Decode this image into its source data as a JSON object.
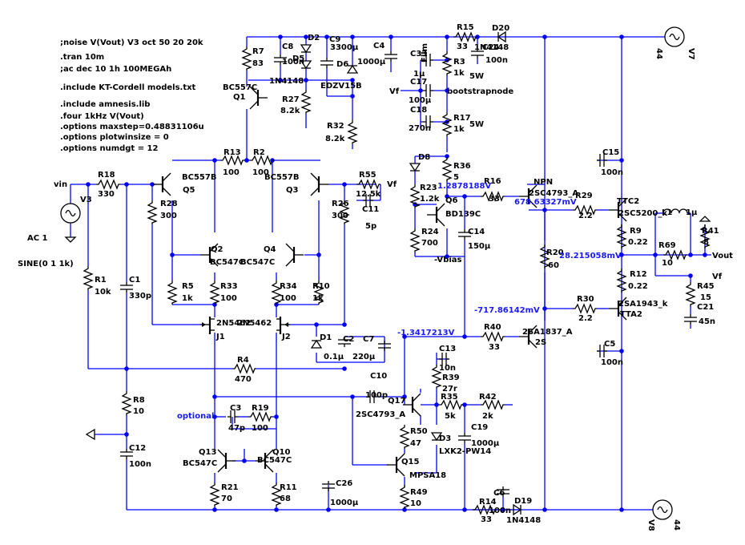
{
  "directives": [
    ";noise V(Vout) V3 oct 50 20 20k",
    ".tran 10m",
    ";ac dec 10 1h 100MEGAh",
    ".include KT-Cordell models.txt",
    ".include amnesis.lib",
    ".four 1kHz V(Vout)",
    ".options maxstep=0.48831106u",
    ".options plotwinsize = 0",
    ".options numdgt = 12"
  ],
  "source": {
    "name": "V3",
    "net": "vin",
    "value1": "AC 1",
    "value2": "SINE(0 1 1k)"
  },
  "components": [
    {
      "id": "R7",
      "name": "R7",
      "value": "83"
    },
    {
      "id": "C8",
      "name": "C8",
      "value": "100n"
    },
    {
      "id": "D2",
      "name": "D2",
      "value": "1N4148"
    },
    {
      "id": "D5",
      "name": "D5",
      "value": ""
    },
    {
      "id": "C9",
      "name": "C9",
      "value": "3300µ"
    },
    {
      "id": "D6",
      "name": "D6",
      "value": "EDZV15B"
    },
    {
      "id": "C4",
      "name": "C4",
      "value": "1000µ"
    },
    {
      "id": "Q1",
      "name": "Q1",
      "value": "BC557C"
    },
    {
      "id": "R27",
      "name": "R27",
      "value": "8.2k"
    },
    {
      "id": "R32",
      "name": "R32",
      "value": "8.2k"
    },
    {
      "id": "R13",
      "name": "R13",
      "value": "100"
    },
    {
      "id": "R2",
      "name": "R2",
      "value": "100"
    },
    {
      "id": "Q5",
      "name": "Q5",
      "value": "BC557B"
    },
    {
      "id": "Q3",
      "name": "Q3",
      "value": "BC557B"
    },
    {
      "id": "R18",
      "name": "R18",
      "value": "330"
    },
    {
      "id": "R28",
      "name": "R28",
      "value": "300"
    },
    {
      "id": "R26",
      "name": "R26",
      "value": "300"
    },
    {
      "id": "R55",
      "name": "R55",
      "value": "12.5k"
    },
    {
      "id": "C11",
      "name": "C11",
      "value": "5p"
    },
    {
      "id": "Q2",
      "name": "Q2",
      "value": "BC547C"
    },
    {
      "id": "Q4",
      "name": "Q4",
      "value": "BC547C"
    },
    {
      "id": "R5",
      "name": "R5",
      "value": "1k"
    },
    {
      "id": "R33",
      "name": "R33",
      "value": "100"
    },
    {
      "id": "R34",
      "name": "R34",
      "value": "100"
    },
    {
      "id": "R10",
      "name": "R10",
      "value": "1k"
    },
    {
      "id": "R1",
      "name": "R1",
      "value": "10k"
    },
    {
      "id": "C1",
      "name": "C1",
      "value": "330p"
    },
    {
      "id": "J1",
      "name": "J1",
      "value": "2N5462"
    },
    {
      "id": "J2",
      "name": "J2",
      "value": "2N5462"
    },
    {
      "id": "D1",
      "name": "D1",
      "value": ""
    },
    {
      "id": "C2",
      "name": "C2",
      "value": "0.1µ"
    },
    {
      "id": "C7",
      "name": "C7",
      "value": "220µ"
    },
    {
      "id": "R4",
      "name": "R4",
      "value": "470"
    },
    {
      "id": "R8",
      "name": "R8",
      "value": "10"
    },
    {
      "id": "C3",
      "name": "C3",
      "value": "47p"
    },
    {
      "id": "R19",
      "name": "R19",
      "value": "100"
    },
    {
      "id": "C12",
      "name": "C12",
      "value": "100n"
    },
    {
      "id": "Q13",
      "name": "Q13",
      "value": "BC547C"
    },
    {
      "id": "Q10",
      "name": "Q10",
      "value": "BC547C"
    },
    {
      "id": "R21",
      "name": "R21",
      "value": "70"
    },
    {
      "id": "R11",
      "name": "R11",
      "value": "68"
    },
    {
      "id": "C26",
      "name": "C26",
      "value": "1000µ"
    },
    {
      "id": "R15",
      "name": "R15",
      "value": "33"
    },
    {
      "id": "D20",
      "name": "D20",
      "value": "1N4148"
    },
    {
      "id": "C24",
      "name": "C24",
      "value": "100n"
    },
    {
      "id": "C33",
      "name": "C33",
      "value": "1µ"
    },
    {
      "id": "R3",
      "name": "R3",
      "value": "1k"
    },
    {
      "id": "C17",
      "name": "C17",
      "value": "100µ"
    },
    {
      "id": "C18",
      "name": "C18",
      "value": "270n"
    },
    {
      "id": "R17",
      "name": "R17",
      "value": "1k"
    },
    {
      "id": "D8",
      "name": "D8",
      "value": ""
    },
    {
      "id": "R36",
      "name": "R36",
      "value": "5"
    },
    {
      "id": "R23",
      "name": "R23",
      "value": "1.2k"
    },
    {
      "id": "Q6",
      "name": "Q6",
      "value": "BD139C"
    },
    {
      "id": "R24",
      "name": "R24",
      "value": "700"
    },
    {
      "id": "C14",
      "name": "C14",
      "value": "150µ"
    },
    {
      "id": "R16",
      "name": "R16",
      "value": "33"
    },
    {
      "id": "QNPN",
      "name": "NPN",
      "value": "2SC4793_A"
    },
    {
      "id": "R29",
      "name": "R29",
      "value": "2.2"
    },
    {
      "id": "C15",
      "name": "C15",
      "value": "100n"
    },
    {
      "id": "TTC2",
      "name": "TTC2",
      "value": "2SC5200_k"
    },
    {
      "id": "L1",
      "name": "L1",
      "value": "1µ"
    },
    {
      "id": "R9",
      "name": "R9",
      "value": "0.22"
    },
    {
      "id": "R41",
      "name": "R41",
      "value": "8"
    },
    {
      "id": "R69",
      "name": "R69",
      "value": "10"
    },
    {
      "id": "R20",
      "name": "R20",
      "value": "60"
    },
    {
      "id": "R12",
      "name": "R12",
      "value": "0.22"
    },
    {
      "id": "R45",
      "name": "R45",
      "value": "15"
    },
    {
      "id": "C21",
      "name": "C21",
      "value": "45n"
    },
    {
      "id": "R30",
      "name": "R30",
      "value": "2.2"
    },
    {
      "id": "TTA2",
      "name": "TTA2",
      "value": "2SA1943_k"
    },
    {
      "id": "R40",
      "name": "R40",
      "value": "33"
    },
    {
      "id": "Q2S",
      "name": "2S",
      "value": "2SA1837_A"
    },
    {
      "id": "C5",
      "name": "C5",
      "value": "100n"
    },
    {
      "id": "C13",
      "name": "C13",
      "value": "10n"
    },
    {
      "id": "R39",
      "name": "R39",
      "value": "27r"
    },
    {
      "id": "C10",
      "name": "C10",
      "value": "100p"
    },
    {
      "id": "Q17",
      "name": "Q17",
      "value": "2SC4793_A"
    },
    {
      "id": "R35",
      "name": "R35",
      "value": "5k"
    },
    {
      "id": "R42",
      "name": "R42",
      "value": "2k"
    },
    {
      "id": "R50",
      "name": "R50",
      "value": "47"
    },
    {
      "id": "D3",
      "name": "D3",
      "value": "LXK2-PW14"
    },
    {
      "id": "C19",
      "name": "C19",
      "value": "1000µ"
    },
    {
      "id": "Q15",
      "name": "Q15",
      "value": "MPSA18"
    },
    {
      "id": "R49",
      "name": "R49",
      "value": "10"
    },
    {
      "id": "C6",
      "name": "C6",
      "value": ""
    },
    {
      "id": "R14",
      "name": "R14",
      "value": "33"
    },
    {
      "id": "D19",
      "name": "D19",
      "value": "1N4148"
    },
    {
      "id": "V7",
      "name": "V7",
      "value": "44"
    },
    {
      "id": "V8",
      "name": "V8",
      "value": "44"
    }
  ],
  "tags": {
    "optional": "optional",
    "film": "Film",
    "fivew1": "5W",
    "fivew2": "5W",
    "c6val": "100n",
    "r14val": "100n",
    "c3alt": "C3"
  },
  "nets": [
    "Vf",
    "vin",
    "Vf",
    "-Vbias",
    "bootstrapnode",
    "Vout",
    "Vf"
  ],
  "voltages": [
    "1.2878188V",
    "678.63327mV",
    "28.215058mV",
    "-717.86142mV",
    "-1.3417213V"
  ]
}
